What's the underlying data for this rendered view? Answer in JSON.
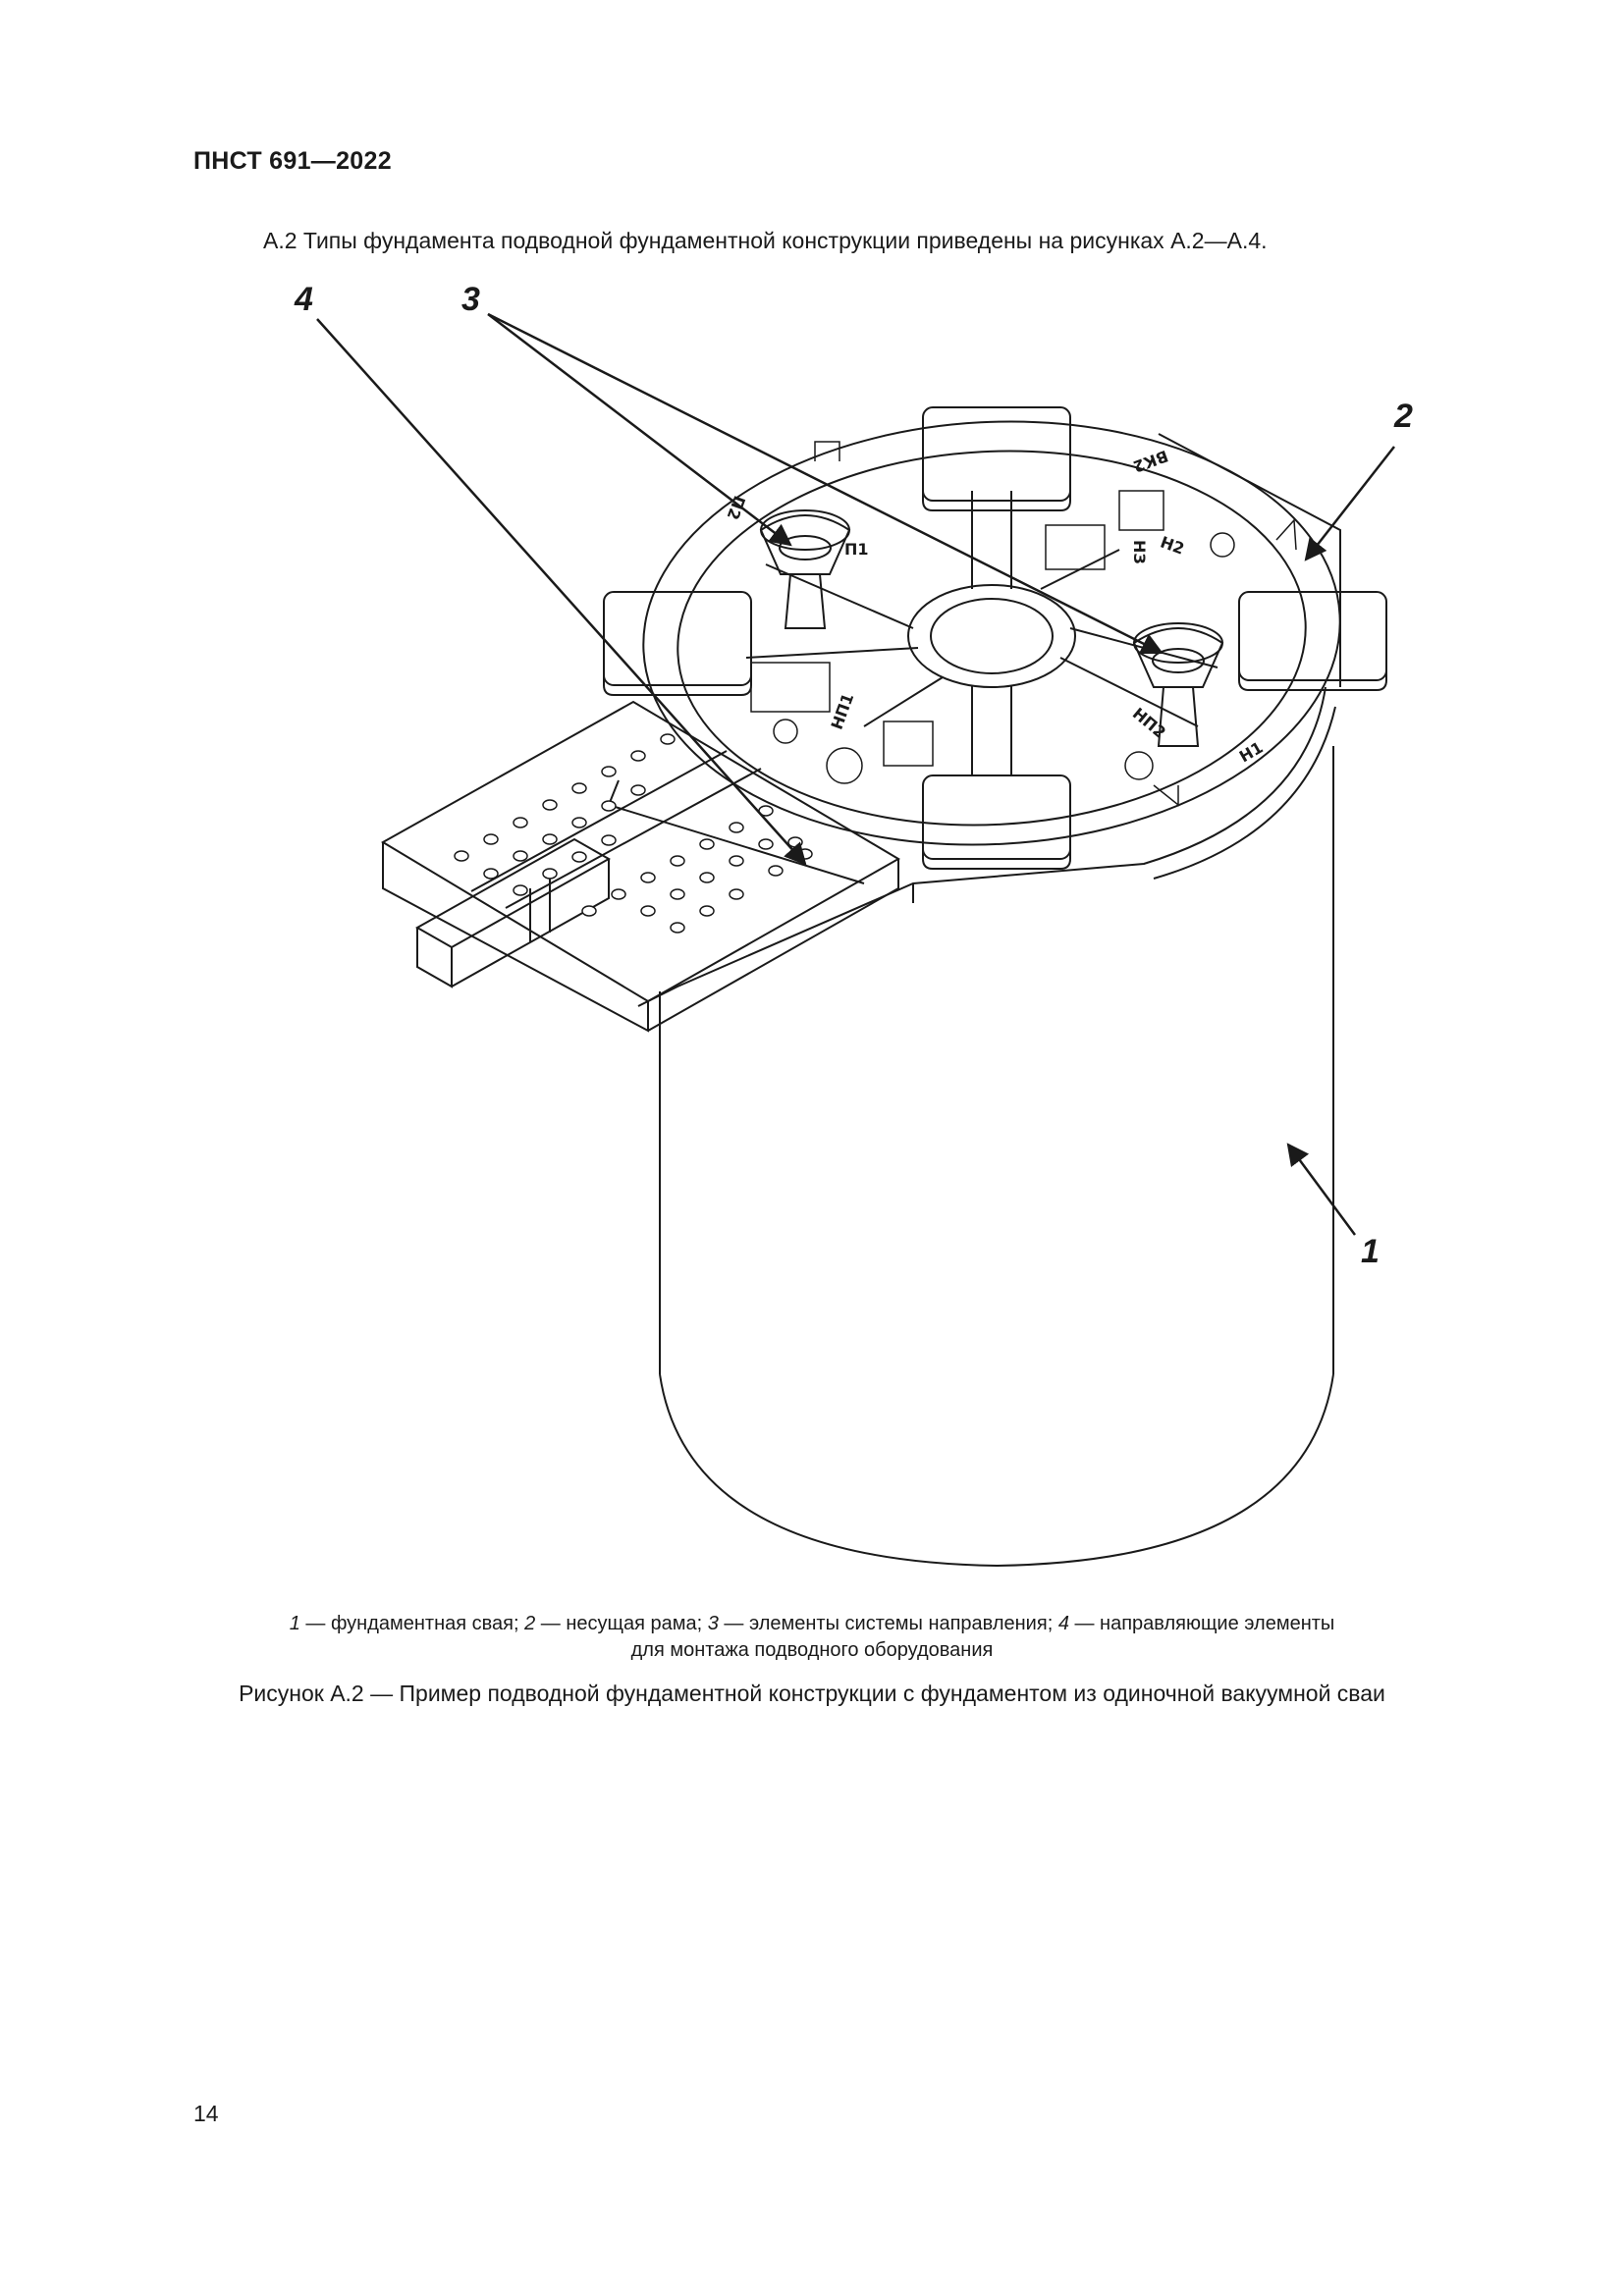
{
  "header": {
    "code": "ПНСТ 691—2022"
  },
  "intro": {
    "text": "А.2 Типы фундамента подводной фундаментной конструкции приведены на рисунках А.2—А.4."
  },
  "figure": {
    "callouts": [
      "1",
      "2",
      "3",
      "4"
    ],
    "frame_labels": [
      "ВК2",
      "НЗ",
      "П2",
      "Н1",
      "НП1",
      "П1",
      "НП2",
      "Н2"
    ]
  },
  "legend": {
    "items": [
      {
        "num": "1",
        "text": " — фундаментная свая; "
      },
      {
        "num": "2",
        "text": " — несущая рама; "
      },
      {
        "num": "3",
        "text": " — элементы системы направления; "
      },
      {
        "num": "4",
        "text": " — направляющие элементы"
      }
    ],
    "line2": "для монтажа подводного оборудования"
  },
  "caption": {
    "text": "Рисунок А.2 — Пример подводной фундаментной конструкции с фундаментом из одиночной вакуумной сваи"
  },
  "page": {
    "number": "14"
  }
}
